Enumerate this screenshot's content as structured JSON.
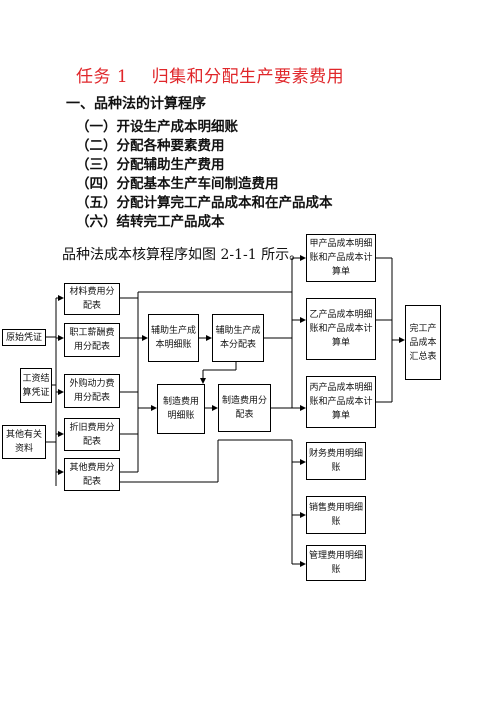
{
  "header": {
    "title": "任务 1　 归集和分配生产要素费用",
    "section": "一、品种法的计算程序",
    "steps": [
      "（一）开设生产成本明细账",
      "（二）分配各种要素费用",
      "（三）分配辅助生产费用",
      "（四）分配基本生产车间制造费用",
      "（五）分配计算完工产品成本和在产品成本",
      "（六）结转完工产品成本"
    ],
    "intro": "品种法成本核算程序如图 2-1-1 所示。"
  },
  "diagram": {
    "sources": {
      "original_voucher": "原始凭证",
      "wage_voucher": "工资结算凭证",
      "other_data": "其他有关资料"
    },
    "allocations": {
      "material": "材料费用分配表",
      "salary": "职工薪酬费用分配表",
      "power": "外购动力费用分配表",
      "depreciation": "折旧费用分配表",
      "other": "其他费用分配表"
    },
    "auxiliary": {
      "ledger": "辅助生产成本明细账",
      "allocation": "辅助生产成本分配表"
    },
    "overhead": {
      "ledger": "制造费用明细账",
      "allocation": "制造费用分配表"
    },
    "products": {
      "a": "甲产品成本明细账和产品成本计算单",
      "b": "乙产品成本明细账和产品成本计算单",
      "c": "丙产品成本明细账和产品成本计算单"
    },
    "summary": "完工产品成本汇总表",
    "period_expenses": {
      "finance": "财务费用明细账",
      "sales": "销售费用明细账",
      "admin": "管理费用明细账"
    }
  }
}
